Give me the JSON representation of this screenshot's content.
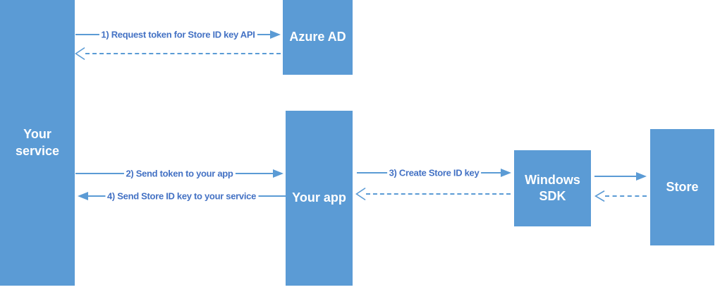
{
  "colors": {
    "box_fill": "#5B9BD5",
    "box_text": "#FFFFFF",
    "arrow": "#5B9BD5",
    "label_text": "#4472C4",
    "background": "#FFFFFF"
  },
  "nodes": {
    "your_service": {
      "label": "Your service"
    },
    "azure_ad": {
      "label": "Azure AD"
    },
    "your_app": {
      "label": "Your app"
    },
    "windows_sdk": {
      "label": "Windows SDK"
    },
    "store": {
      "label": "Store"
    }
  },
  "edges": {
    "e1": {
      "label": "1) Request token for Store ID key API",
      "from": "Your service",
      "to": "Azure AD",
      "line": "solid",
      "head": "filled"
    },
    "e1_return": {
      "label": "",
      "from": "Azure AD",
      "to": "Your service",
      "line": "dashed",
      "head": "open"
    },
    "e2": {
      "label": "2) Send token to your app",
      "from": "Your service",
      "to": "Your app",
      "line": "solid",
      "head": "filled"
    },
    "e3": {
      "label": "3) Create Store ID key",
      "from": "Your app",
      "to": "Windows SDK",
      "line": "solid",
      "head": "filled"
    },
    "e3_return": {
      "label": "",
      "from": "Windows SDK",
      "to": "Your app",
      "line": "dashed",
      "head": "open"
    },
    "e4": {
      "label": "4) Send Store ID key to your service",
      "from": "Your app",
      "to": "Your service",
      "line": "solid",
      "head": "filled"
    },
    "e5": {
      "label": "",
      "from": "Windows SDK",
      "to": "Store",
      "line": "solid",
      "head": "filled"
    },
    "e5_return": {
      "label": "",
      "from": "Store",
      "to": "Windows SDK",
      "line": "dashed",
      "head": "open"
    }
  }
}
